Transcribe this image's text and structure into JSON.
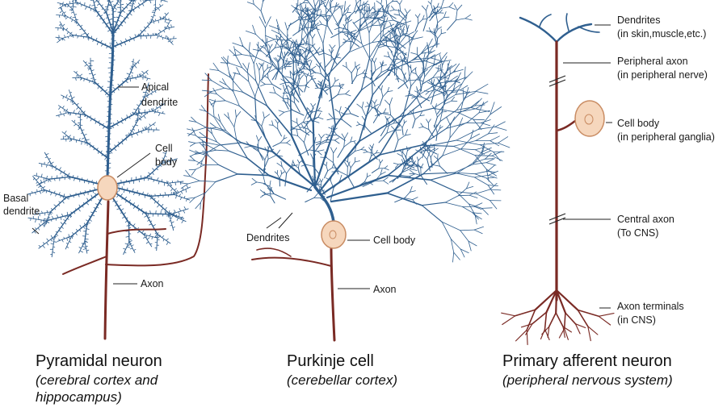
{
  "pyramidal": {
    "labels": {
      "apical": [
        "Apical",
        "dendrite"
      ],
      "cellbody": [
        "Cell",
        "body"
      ],
      "basal": [
        "Basal",
        "dendrite"
      ],
      "axon": "Axon"
    },
    "caption": {
      "title": "Pyramidal neuron",
      "subtitle": [
        "(cerebral cortex and",
        "hippocampus)"
      ]
    }
  },
  "purkinje": {
    "labels": {
      "dendrites": "Dendrites",
      "cellbody": "Cell body",
      "axon": "Axon"
    },
    "caption": {
      "title": "Purkinje cell",
      "subtitle": "(cerebellar cortex)"
    }
  },
  "afferent": {
    "labels": {
      "dendrites": [
        "Dendrites",
        "(in skin,muscle,etc.)"
      ],
      "peripheral_axon": [
        "Peripheral axon",
        "(in peripheral nerve)"
      ],
      "cellbody": [
        "Cell body",
        "(in peripheral ganglia)"
      ],
      "central_axon": [
        "Central axon",
        "(To CNS)"
      ],
      "terminals": [
        "Axon terminals",
        "(in CNS)"
      ]
    },
    "caption": {
      "title": "Primary afferent neuron",
      "subtitle": "(peripheral nervous system)"
    }
  },
  "colors": {
    "dendrite": "#2f5f8f",
    "axon": "#7a2a24",
    "soma_fill": "#f6d7bd",
    "soma_stroke": "#c98c63"
  }
}
